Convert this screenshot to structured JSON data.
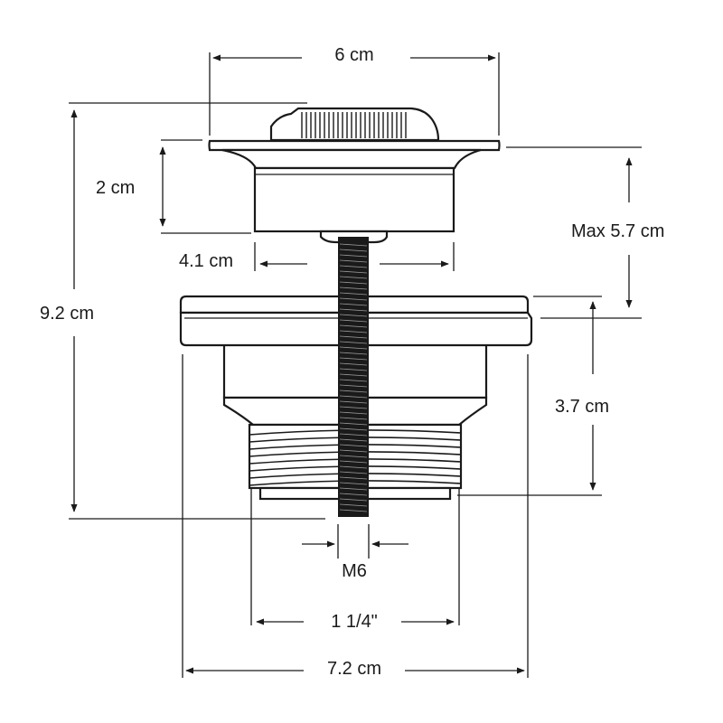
{
  "diagram": {
    "labels": {
      "top_width": "6 cm",
      "cap_height": "2 cm",
      "cap_body_width": "4.1 cm",
      "max_travel": "Max 5.7 cm",
      "total_height": "9.2 cm",
      "body_height": "3.7 cm",
      "screw_thread": "M6",
      "pipe_thread": "1 1/4\"",
      "flange_width": "7.2 cm"
    },
    "colors": {
      "line": "#1a1a1a",
      "background": "#ffffff"
    }
  }
}
